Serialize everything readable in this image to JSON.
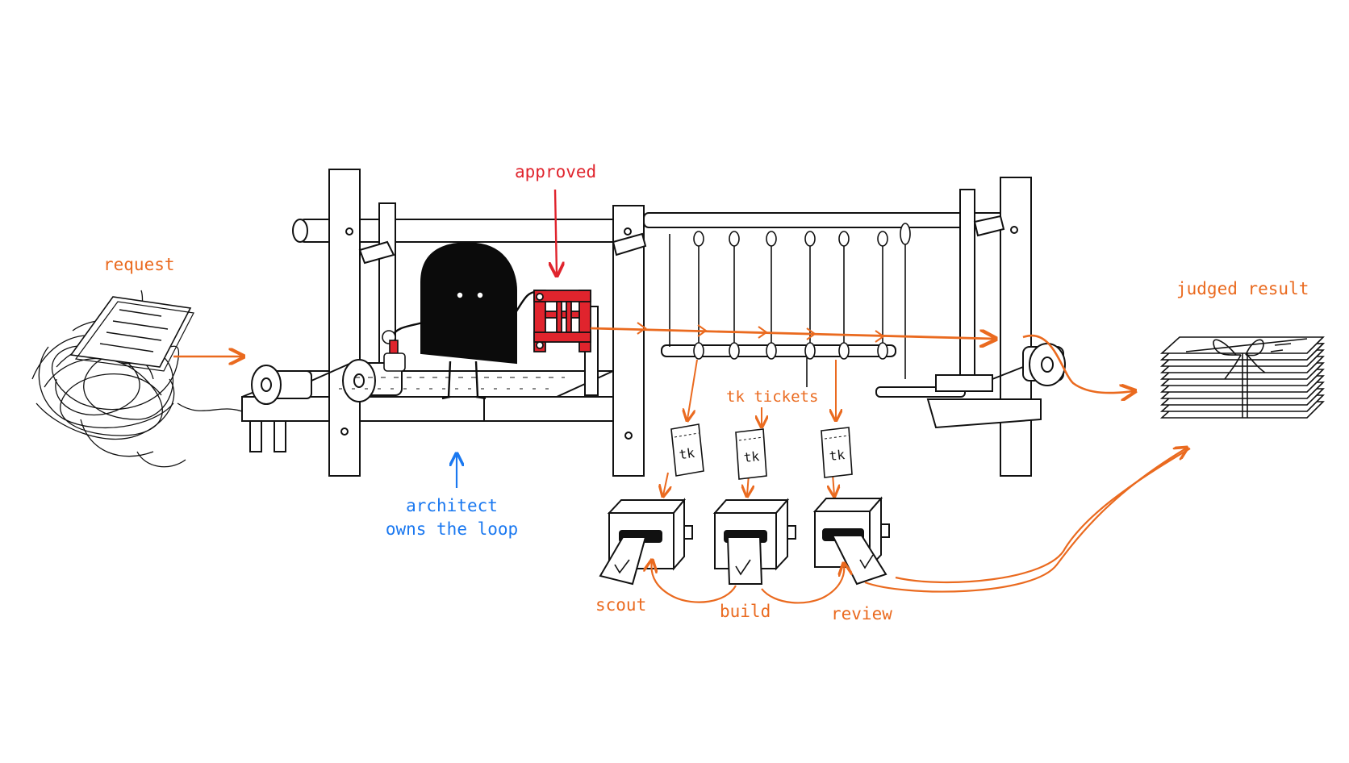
{
  "labels": {
    "request": "request",
    "approved": "approved",
    "tickets": "tk tickets",
    "architect_line1": "architect",
    "architect_line2": "owns the loop",
    "judged_result": "judged result",
    "scout": "scout",
    "build": "build",
    "review": "review"
  },
  "tickets": [
    {
      "text": "tk"
    },
    {
      "text": "tk"
    },
    {
      "text": "tk"
    }
  ],
  "check_mark": "✓",
  "colors": {
    "ink": "#111111",
    "flow": "#ea6a1f",
    "highlight": "#e0242d",
    "note": "#1a78f0"
  }
}
